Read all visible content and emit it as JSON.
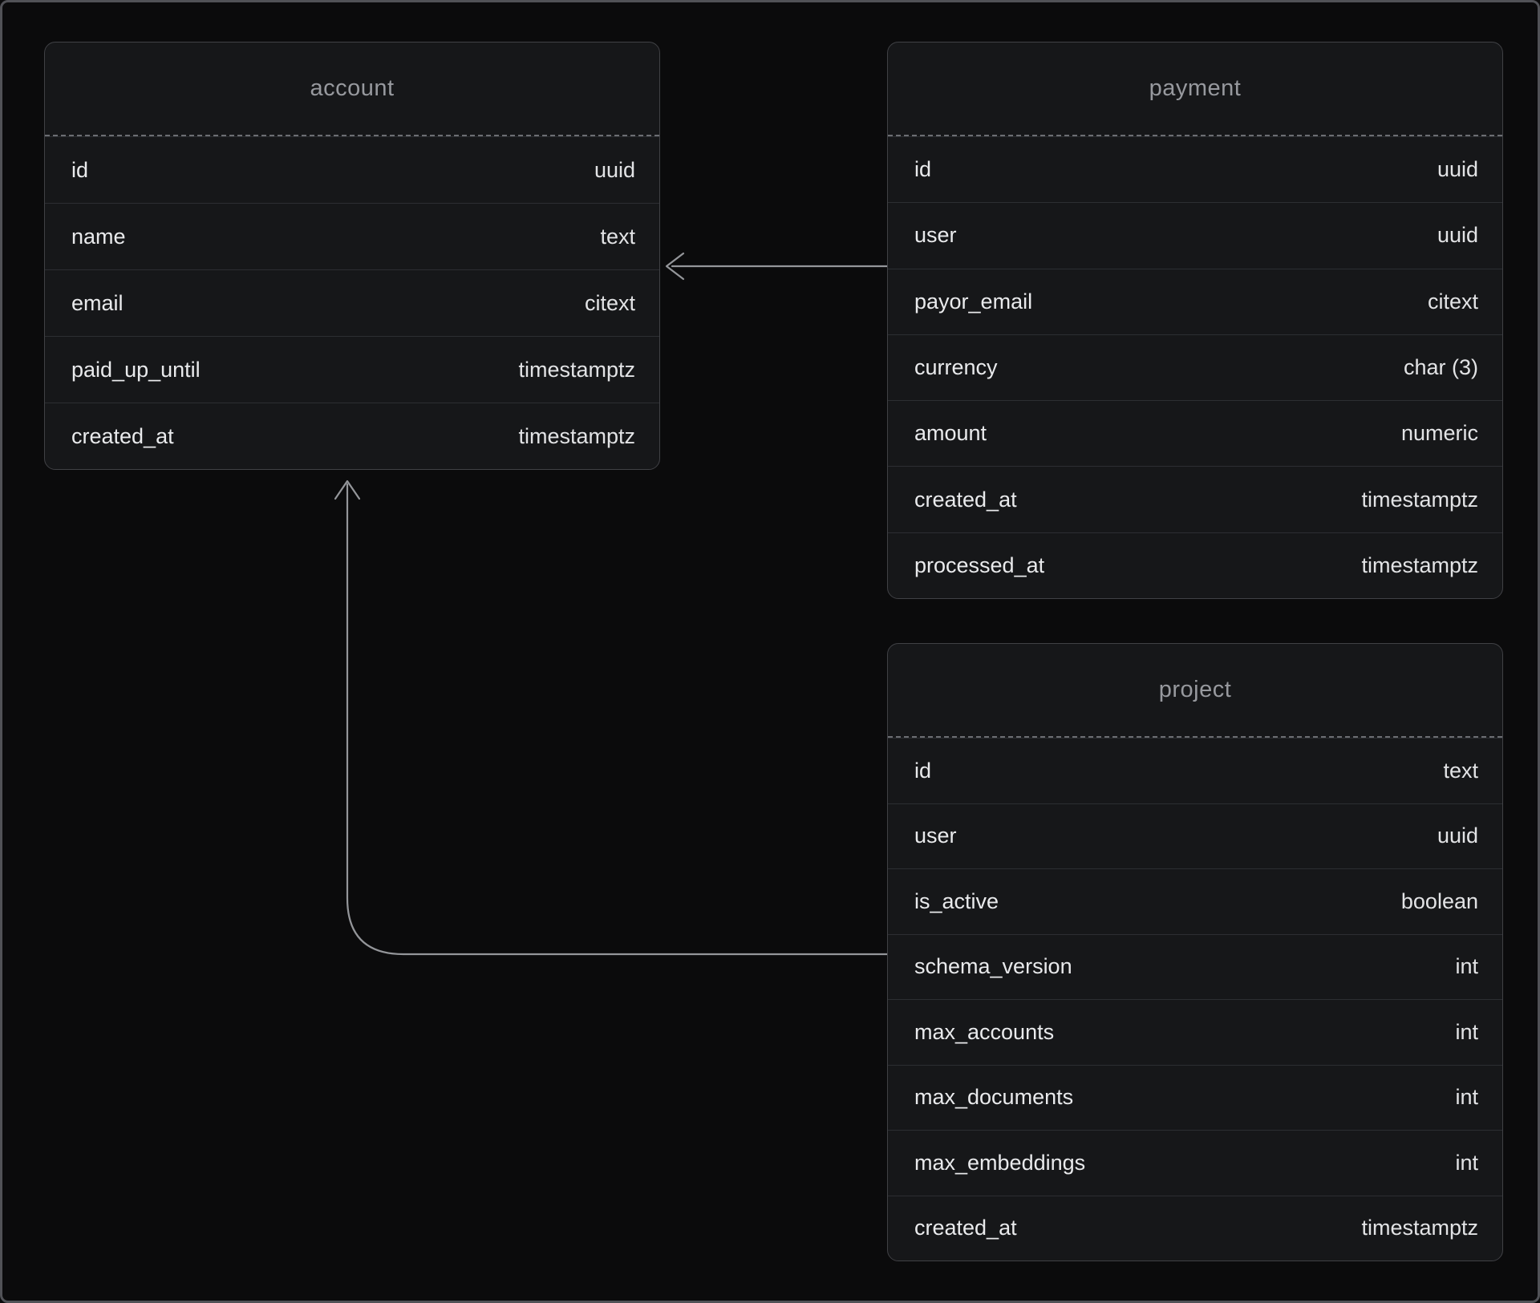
{
  "diagram": {
    "tables": [
      {
        "name": "account",
        "columns": [
          {
            "name": "id",
            "type": "uuid"
          },
          {
            "name": "name",
            "type": "text"
          },
          {
            "name": "email",
            "type": "citext"
          },
          {
            "name": "paid_up_until",
            "type": "timestamptz"
          },
          {
            "name": "created_at",
            "type": "timestamptz"
          }
        ]
      },
      {
        "name": "payment",
        "columns": [
          {
            "name": "id",
            "type": "uuid"
          },
          {
            "name": "user",
            "type": "uuid"
          },
          {
            "name": "payor_email",
            "type": "citext"
          },
          {
            "name": "currency",
            "type": "char (3)"
          },
          {
            "name": "amount",
            "type": "numeric"
          },
          {
            "name": "created_at",
            "type": "timestamptz"
          },
          {
            "name": "processed_at",
            "type": "timestamptz"
          }
        ]
      },
      {
        "name": "project",
        "columns": [
          {
            "name": "id",
            "type": "text"
          },
          {
            "name": "user",
            "type": "uuid"
          },
          {
            "name": "is_active",
            "type": "boolean"
          },
          {
            "name": "schema_version",
            "type": "int"
          },
          {
            "name": "max_accounts",
            "type": "int"
          },
          {
            "name": "max_documents",
            "type": "int"
          },
          {
            "name": "max_embeddings",
            "type": "int"
          },
          {
            "name": "created_at",
            "type": "timestamptz"
          }
        ]
      }
    ],
    "relationships": [
      {
        "from": "payment",
        "to": "account"
      },
      {
        "from": "project",
        "to": "account"
      }
    ],
    "colors": {
      "canvas_background": "#0b0b0c",
      "frame_border": "#515257",
      "table_background": "#161719",
      "table_border": "#404145",
      "header_divider": "#6b6d72",
      "row_divider": "#2c2e32",
      "header_text": "#97999e",
      "column_text": "#e9eaec",
      "type_text": "#e2e3e5",
      "arrow": "#94969a"
    }
  }
}
